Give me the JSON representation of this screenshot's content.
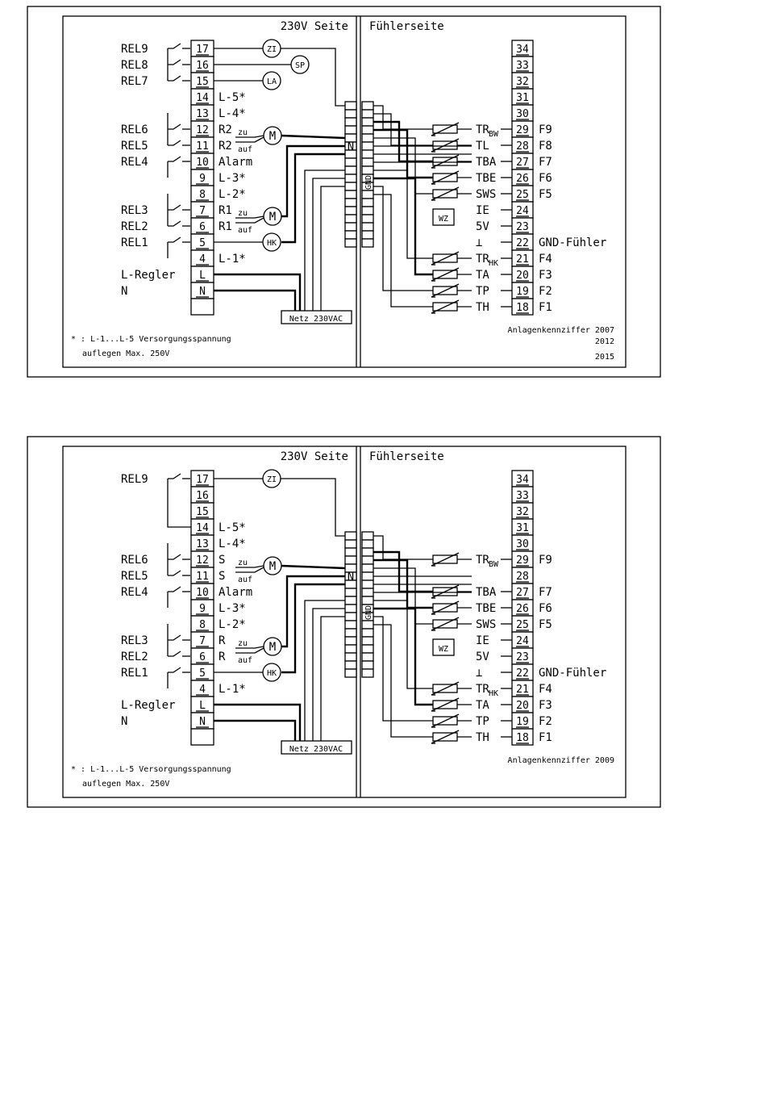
{
  "diagrams": [
    {
      "side_left_title": "230V Seite",
      "side_right_title": "Fühlerseite",
      "left_terminals": [
        {
          "num": "17",
          "label": "",
          "relay": "REL9",
          "device": "ZI"
        },
        {
          "num": "16",
          "label": "",
          "relay": "REL8",
          "device": "SP"
        },
        {
          "num": "15",
          "label": "",
          "relay": "REL7",
          "device": "LA"
        },
        {
          "num": "14",
          "label": "L-5*",
          "relay": "",
          "device": ""
        },
        {
          "num": "13",
          "label": "L-4*",
          "relay": "",
          "device": ""
        },
        {
          "num": "12",
          "label": "R2",
          "relay": "REL6",
          "device": ""
        },
        {
          "num": "11",
          "label": "R2",
          "relay": "REL5",
          "device": ""
        },
        {
          "num": "10",
          "label": "Alarm",
          "relay": "REL4",
          "device": ""
        },
        {
          "num": "9",
          "label": "L-3*",
          "relay": "",
          "device": ""
        },
        {
          "num": "8",
          "label": "L-2*",
          "relay": "",
          "device": ""
        },
        {
          "num": "7",
          "label": "R1",
          "relay": "REL3",
          "device": ""
        },
        {
          "num": "6",
          "label": "R1",
          "relay": "REL2",
          "device": ""
        },
        {
          "num": "5",
          "label": "",
          "relay": "REL1",
          "device": "HK"
        },
        {
          "num": "4",
          "label": "L-1*",
          "relay": "",
          "device": ""
        },
        {
          "num": "L",
          "label": "",
          "relay": "L-Regler",
          "device": ""
        },
        {
          "num": "N",
          "label": "",
          "relay": "N",
          "device": ""
        },
        {
          "num": "",
          "label": "",
          "relay": "",
          "device": ""
        }
      ],
      "motor_label": "M",
      "motor_zu": "zu",
      "motor_auf": "auf",
      "n_label": "N",
      "gnd_label": "GND",
      "netz_label": "Netz 230VAC",
      "footnote_line1": "* : L-1...L-5 Versorgungsspannung",
      "footnote_line2": "auflegen  Max. 250V",
      "right_terminals": [
        {
          "num": "34",
          "sensor": "",
          "f": ""
        },
        {
          "num": "33",
          "sensor": "",
          "f": ""
        },
        {
          "num": "32",
          "sensor": "",
          "f": ""
        },
        {
          "num": "31",
          "sensor": "",
          "f": ""
        },
        {
          "num": "30",
          "sensor": "",
          "f": ""
        },
        {
          "num": "29",
          "sensor": "TR",
          "sub": "BW",
          "f": "F9"
        },
        {
          "num": "28",
          "sensor": "TL",
          "f": "F8"
        },
        {
          "num": "27",
          "sensor": "TBA",
          "f": "F7"
        },
        {
          "num": "26",
          "sensor": "TBE",
          "f": "F6"
        },
        {
          "num": "25",
          "sensor": "SWS",
          "f": "F5"
        },
        {
          "num": "24",
          "sensor": "IE",
          "f": ""
        },
        {
          "num": "23",
          "sensor": "5V",
          "f": ""
        },
        {
          "num": "22",
          "sensor": "⊥",
          "f": "GND-Fühler"
        },
        {
          "num": "21",
          "sensor": "TR",
          "sub": "HK",
          "f": "F4"
        },
        {
          "num": "20",
          "sensor": "TA",
          "f": "F3"
        },
        {
          "num": "19",
          "sensor": "TP",
          "f": "F2"
        },
        {
          "num": "18",
          "sensor": "TH",
          "f": "F1"
        }
      ],
      "wz_label": "WZ",
      "anlagen_line1": "Anlagenkennziffer 2007",
      "anlagen_line2": "2012",
      "anlagen_line3": "2015"
    },
    {
      "side_left_title": "230V Seite",
      "side_right_title": "Fühlerseite",
      "left_terminals": [
        {
          "num": "17",
          "label": "",
          "relay": "REL9",
          "device": "ZI"
        },
        {
          "num": "16",
          "label": "",
          "relay": "",
          "device": ""
        },
        {
          "num": "15",
          "label": "",
          "relay": "",
          "device": ""
        },
        {
          "num": "14",
          "label": "L-5*",
          "relay": "",
          "device": ""
        },
        {
          "num": "13",
          "label": "L-4*",
          "relay": "",
          "device": ""
        },
        {
          "num": "12",
          "label": "S",
          "relay": "REL6",
          "device": ""
        },
        {
          "num": "11",
          "label": "S",
          "relay": "REL5",
          "device": ""
        },
        {
          "num": "10",
          "label": "Alarm",
          "relay": "REL4",
          "device": ""
        },
        {
          "num": "9",
          "label": "L-3*",
          "relay": "",
          "device": ""
        },
        {
          "num": "8",
          "label": "L-2*",
          "relay": "",
          "device": ""
        },
        {
          "num": "7",
          "label": "R",
          "relay": "REL3",
          "device": ""
        },
        {
          "num": "6",
          "label": "R",
          "relay": "REL2",
          "device": ""
        },
        {
          "num": "5",
          "label": "",
          "relay": "REL1",
          "device": "HK"
        },
        {
          "num": "4",
          "label": "L-1*",
          "relay": "",
          "device": ""
        },
        {
          "num": "L",
          "label": "",
          "relay": "L-Regler",
          "device": ""
        },
        {
          "num": "N",
          "label": "",
          "relay": "N",
          "device": ""
        },
        {
          "num": "",
          "label": "",
          "relay": "",
          "device": ""
        }
      ],
      "motor_label": "M",
      "motor_zu": "zu",
      "motor_auf": "auf",
      "n_label": "N",
      "gnd_label": "GND",
      "netz_label": "Netz 230VAC",
      "footnote_line1": "* : L-1...L-5 Versorgungsspannung",
      "footnote_line2": "auflegen  Max. 250V",
      "right_terminals": [
        {
          "num": "34",
          "sensor": "",
          "f": ""
        },
        {
          "num": "33",
          "sensor": "",
          "f": ""
        },
        {
          "num": "32",
          "sensor": "",
          "f": ""
        },
        {
          "num": "31",
          "sensor": "",
          "f": ""
        },
        {
          "num": "30",
          "sensor": "",
          "f": ""
        },
        {
          "num": "29",
          "sensor": "TR",
          "sub": "BW",
          "f": "F9"
        },
        {
          "num": "28",
          "sensor": "",
          "f": ""
        },
        {
          "num": "27",
          "sensor": "TBA",
          "f": "F7"
        },
        {
          "num": "26",
          "sensor": "TBE",
          "f": "F6"
        },
        {
          "num": "25",
          "sensor": "SWS",
          "f": "F5"
        },
        {
          "num": "24",
          "sensor": "IE",
          "f": ""
        },
        {
          "num": "23",
          "sensor": "5V",
          "f": ""
        },
        {
          "num": "22",
          "sensor": "⊥",
          "f": "GND-Fühler"
        },
        {
          "num": "21",
          "sensor": "TR",
          "sub": "HK",
          "f": "F4"
        },
        {
          "num": "20",
          "sensor": "TA",
          "f": "F3"
        },
        {
          "num": "19",
          "sensor": "TP",
          "f": "F2"
        },
        {
          "num": "18",
          "sensor": "TH",
          "f": "F1"
        }
      ],
      "wz_label": "WZ",
      "anlagen_line1": "Anlagenkennziffer 2009",
      "anlagen_line2": "",
      "anlagen_line3": ""
    }
  ]
}
